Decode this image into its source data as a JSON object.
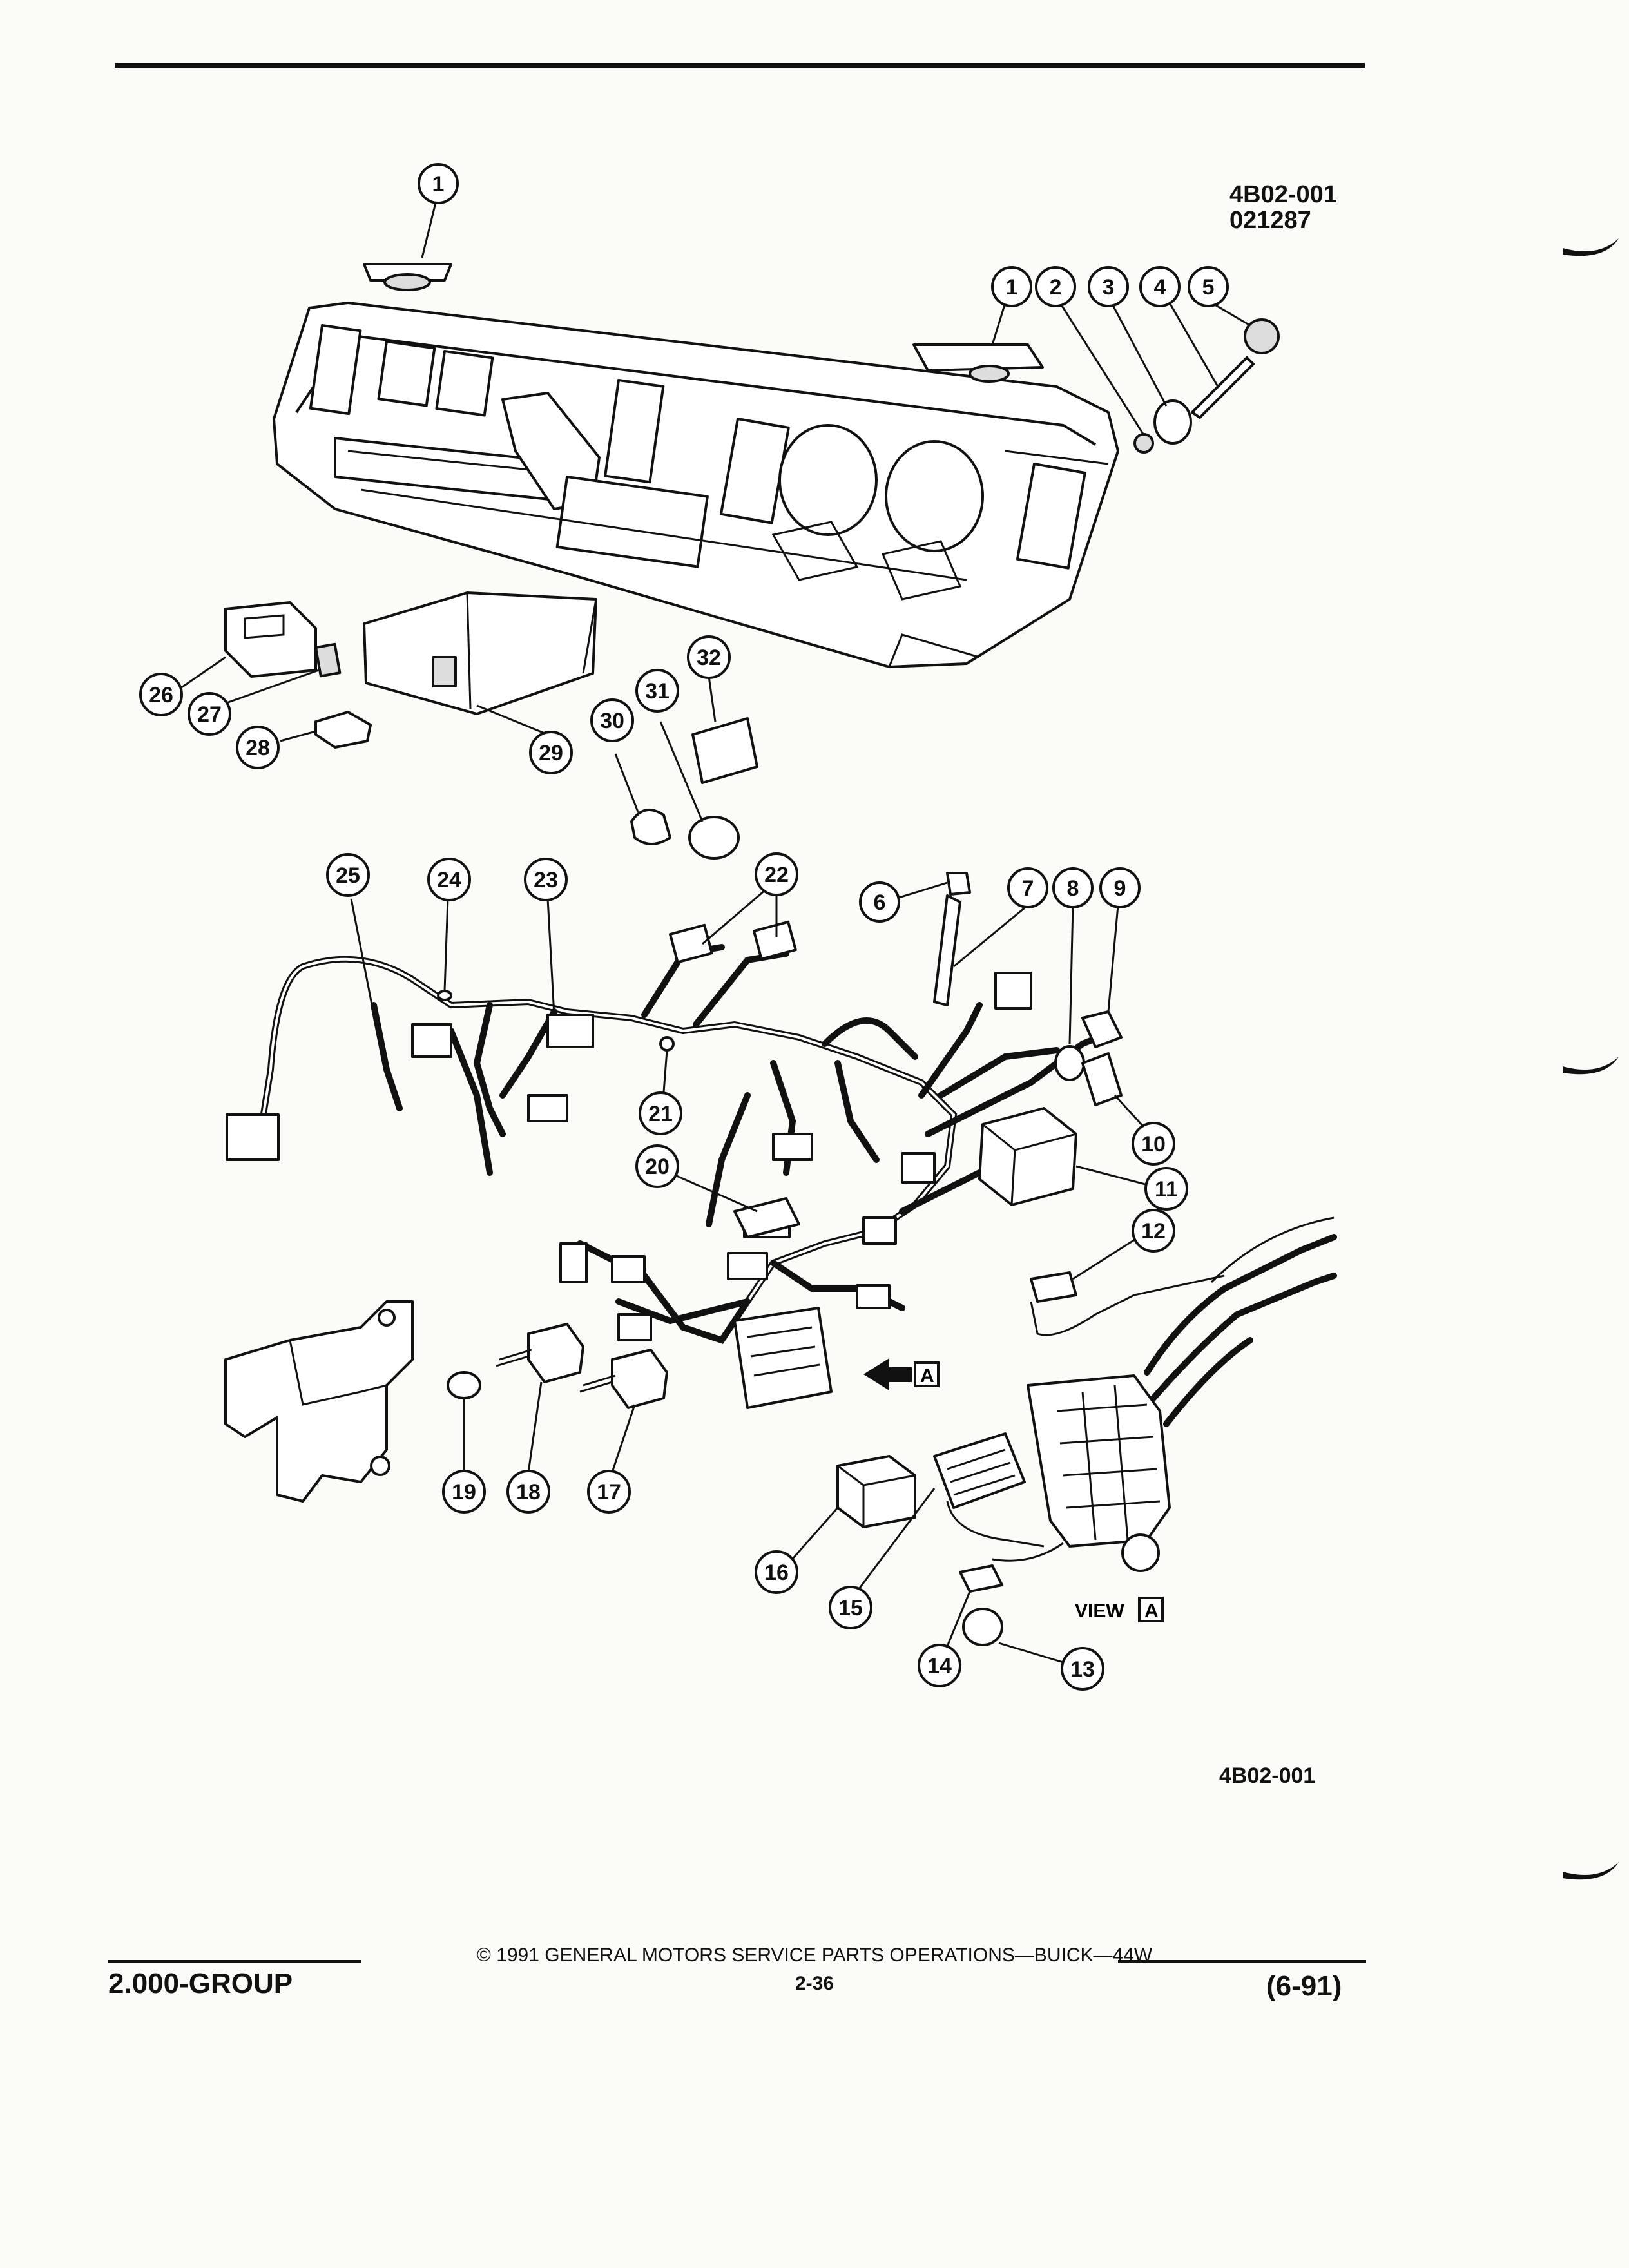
{
  "figure": {
    "code_top": "4B02-001",
    "date_code": "021287",
    "code_bottom": "4B02-001",
    "view_label": "VIEW",
    "view_letter": "A",
    "arrow_letter": "A"
  },
  "callouts": [
    "1",
    "1",
    "2",
    "3",
    "4",
    "5",
    "6",
    "7",
    "8",
    "9",
    "10",
    "11",
    "12",
    "13",
    "14",
    "15",
    "16",
    "17",
    "18",
    "19",
    "20",
    "21",
    "22",
    "23",
    "24",
    "25",
    "26",
    "27",
    "28",
    "29",
    "30",
    "31",
    "32"
  ],
  "footer": {
    "group": "2.000-GROUP",
    "copyright": "© 1991 GENERAL MOTORS SERVICE PARTS OPERATIONS—BUICK—44W",
    "page": "2-36",
    "revision": "(6-91)"
  }
}
